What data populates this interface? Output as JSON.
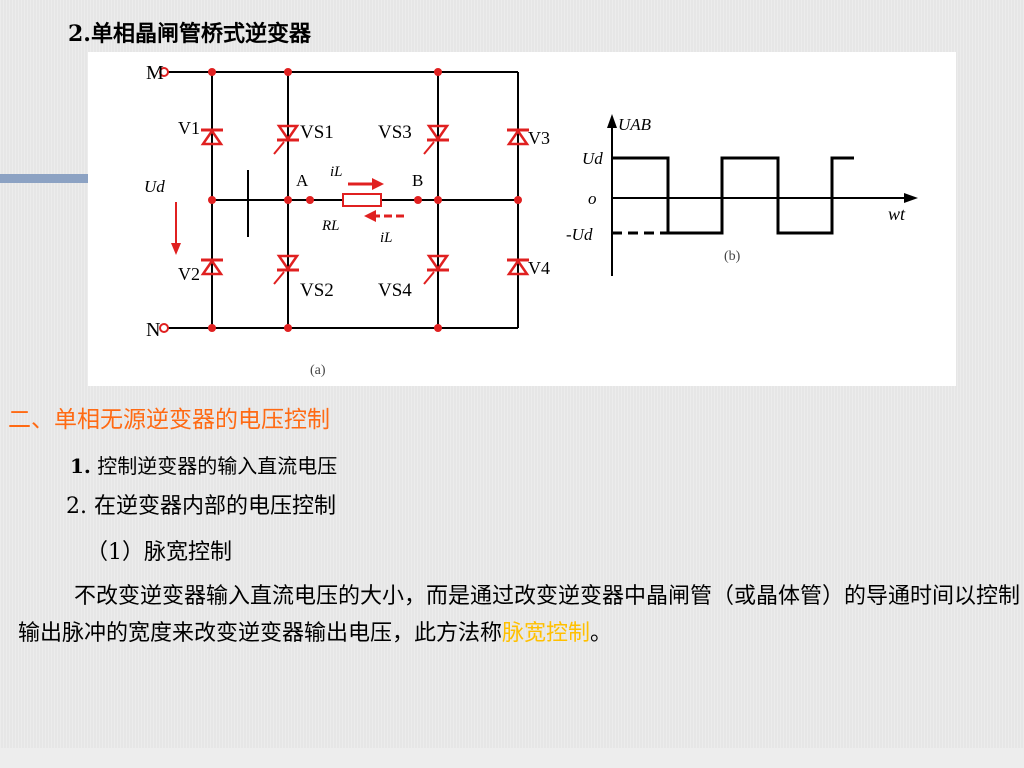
{
  "title": "2.单相晶闸管桥式逆变器",
  "colors": {
    "heading": "#ff6a13",
    "highlight": "#ffc000",
    "circuit_red": "#e02020",
    "accent_bar": "#8ca2c3"
  },
  "circuit": {
    "node_m": "M",
    "node_n": "N",
    "node_a": "A",
    "node_b": "B",
    "voltage_label": "Ud",
    "v1": "V1",
    "v2": "V2",
    "v3": "V3",
    "v4": "V4",
    "vs1": "VS1",
    "vs2": "VS2",
    "vs3": "VS3",
    "vs4": "VS4",
    "current_label_top": "iL",
    "current_label_bottom": "iL",
    "load_label": "RL",
    "caption": "(a)"
  },
  "waveform": {
    "y_axis_label": "UAB",
    "level_high": "Ud",
    "level_zero": "o",
    "level_low": "-Ud",
    "x_axis_label": "wt",
    "caption": "(b)"
  },
  "section_heading": "二、单相无源逆变器的电压控制",
  "item1": {
    "num": "1.",
    "text": "控制逆变器的输入直流电压"
  },
  "item2": "2. 在逆变器内部的电压控制",
  "sub_item": "（1）脉宽控制",
  "paragraph": {
    "main": "不改变逆变器输入直流电压的大小，而是通过改变逆变器中晶闸管（或晶体管）的导通时间以控制输出脉冲的宽度来改变逆变器输出电压，此方法称",
    "highlight": "脉宽控制",
    "end": "。"
  }
}
